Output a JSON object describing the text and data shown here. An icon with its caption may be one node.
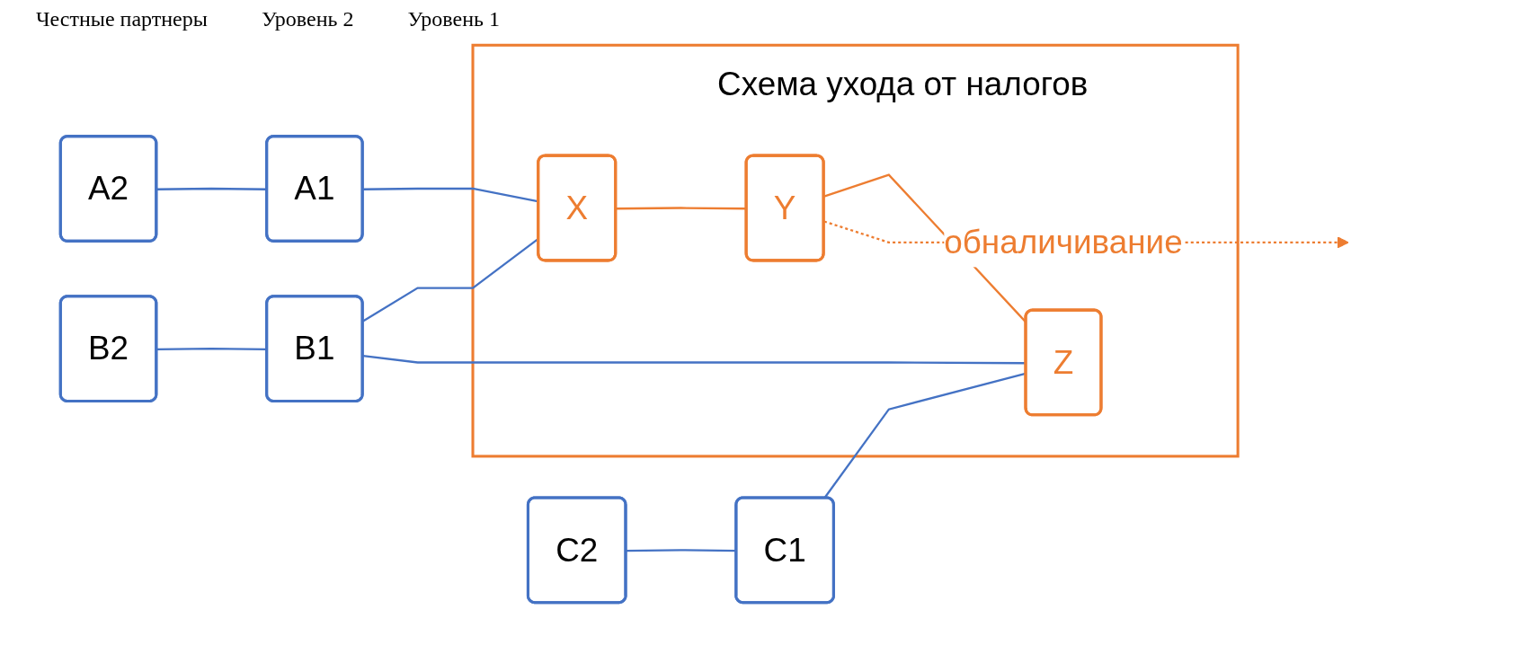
{
  "diagram": {
    "nodes": [
      {
        "text": [
          "A2"
        ]
      },
      {
        "text": [
          "A1"
        ]
      },
      {
        "text": [
          "Схема ухода от налогов"
        ]
      },
      {
        "text": [
          "X"
        ],
        "in": 2
      },
      {
        "text": [
          "B2"
        ]
      },
      {
        "text": [
          "B1"
        ]
      },
      {
        "text": [
          "Y"
        ],
        "in": 2
      },
      {
        "text": [
          "C2"
        ]
      },
      {
        "text": [
          "C1"
        ]
      },
      {
        "text": [
          "Z"
        ],
        "in": 2
      }
    ],
    "edges": [
      {
        "from": 0,
        "to": 1,
        "arrow": "none"
      },
      {
        "from": 1,
        "to": 3,
        "arrow": "none"
      },
      {
        "from": 4,
        "to": 5,
        "arrow": "none"
      },
      {
        "from": 5,
        "to": 3,
        "arrow": "none"
      },
      {
        "from": 5,
        "to": 9,
        "arrow": "none"
      },
      {
        "from": 7,
        "to": 8,
        "arrow": "none"
      },
      {
        "from": 8,
        "to": 9,
        "arrow": "none"
      },
      {
        "from": 3,
        "to": 6,
        "arrow": "none",
        "color": "#ed7d31"
      },
      {
        "from": 6,
        "to": 9,
        "arrow": "none",
        "color": "#ed7d31"
      },
      {
        "from": 6,
        "to": null,
        "arrow": "to",
        "label": "обналичивание",
        "style": "dashed",
        "color": "#ed7d31"
      }
    ],
    "labels": [
      "Честные партнеры",
      "Уровень 2",
      "Уровень 1"
    ]
  }
}
